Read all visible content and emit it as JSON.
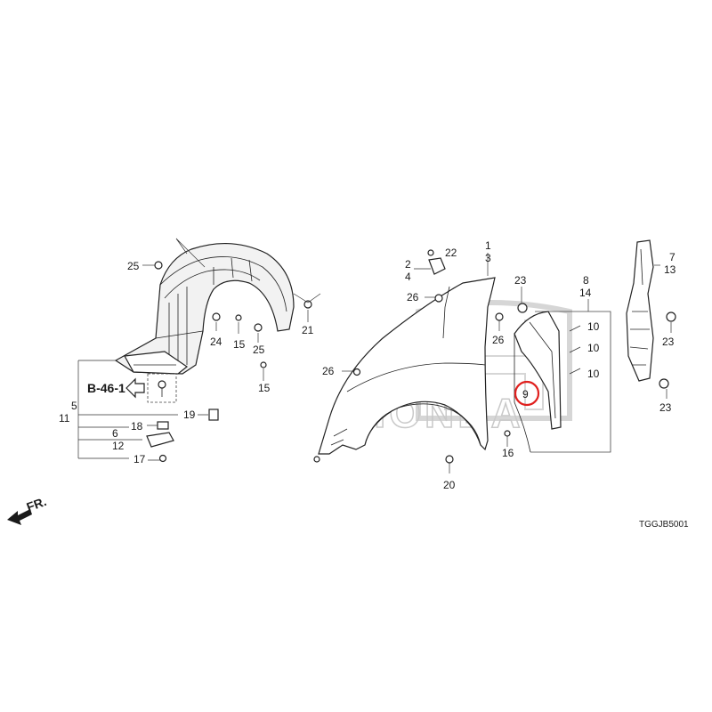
{
  "diagram": {
    "code": "TGGJB5001",
    "watermark": "HONDA",
    "front_indicator": "FR.",
    "reference": "B-46-1",
    "highlight_color": "#e0201e",
    "highlighted_callout": "9",
    "callouts": {
      "c1": "1",
      "c2": "2",
      "c3": "3",
      "c4": "4",
      "c5": "5",
      "c6": "6",
      "c7": "7",
      "c8": "8",
      "c9": "9",
      "c10a": "10",
      "c10b": "10",
      "c10c": "10",
      "c11": "11",
      "c12": "12",
      "c13": "13",
      "c14": "14",
      "c15a": "15",
      "c15b": "15",
      "c16": "16",
      "c17": "17",
      "c18": "18",
      "c19": "19",
      "c20": "20",
      "c21": "21",
      "c22": "22",
      "c23a": "23",
      "c23b": "23",
      "c23c": "23",
      "c24": "24",
      "c25a": "25",
      "c25b": "25",
      "c26a": "26",
      "c26b": "26",
      "c26c": "26"
    }
  }
}
